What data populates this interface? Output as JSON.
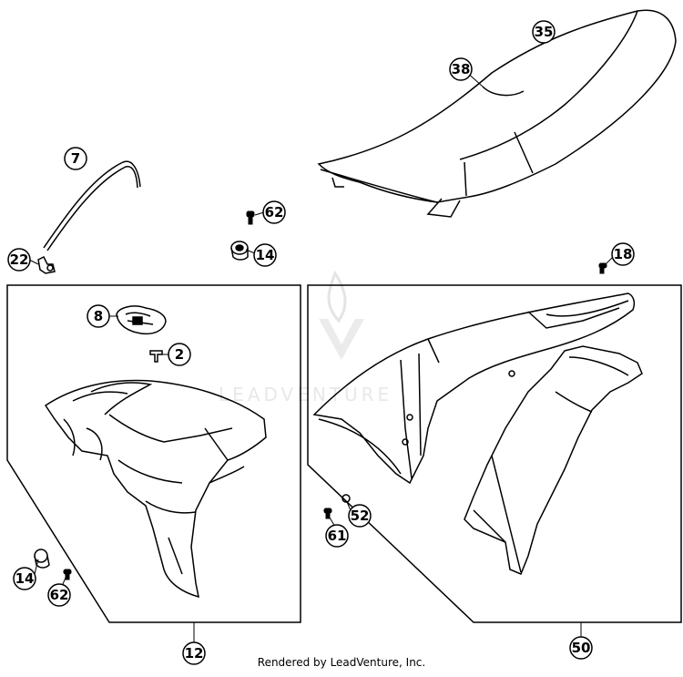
{
  "callouts": {
    "c35": "35",
    "c38": "38",
    "c7": "7",
    "c22": "22",
    "c62a": "62",
    "c14a": "14",
    "c18": "18",
    "c8": "8",
    "c2": "2",
    "c14b": "14",
    "c62b": "62",
    "c12": "12",
    "c52": "52",
    "c61": "61",
    "c50": "50"
  },
  "watermark": {
    "text": "LEADVENTURE"
  },
  "footer": {
    "text": "Rendered by LeadVenture, Inc."
  },
  "colors": {
    "line": "#000000",
    "background": "#ffffff",
    "watermark": "#d6d6d6"
  }
}
